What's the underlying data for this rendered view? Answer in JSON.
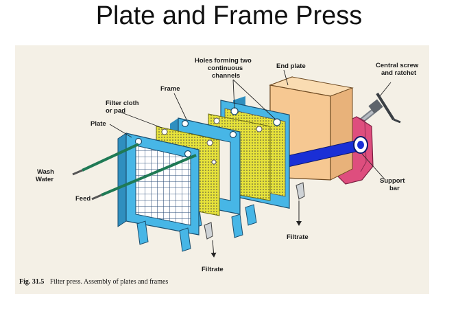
{
  "slide": {
    "title": "Plate and Frame Press"
  },
  "labels": {
    "holes_line1": "Holes forming two",
    "holes_line2": "continuous",
    "holes_line3": "channels",
    "end_plate": "End plate",
    "central_screw_line1": "Central screw",
    "central_screw_line2": "and ratchet",
    "frame": "Frame",
    "filter_cloth_line1": "Filter cloth",
    "filter_cloth_line2": "or pad",
    "plate": "Plate",
    "wash_water_line1": "Wash",
    "wash_water_line2": "Water",
    "feed": "Feed",
    "support_bar_line1": "Support",
    "support_bar_line2": "bar",
    "filtrate_right": "Filtrate",
    "filtrate_bottom": "Filtrate"
  },
  "caption": {
    "fig_number": "Fig. 31.5",
    "text": "Filter press. Assembly of plates and frames"
  },
  "colors": {
    "plate_blue": "#47b6e6",
    "cloth_yellow": "#e6e23a",
    "end_plate_orange": "#f6c892",
    "screw_head_red": "#de4e7e",
    "support_bar_blue": "#1a2fd6",
    "wash_pipe_green": "#1f7a55",
    "scan_background": "#f4f0e6"
  }
}
